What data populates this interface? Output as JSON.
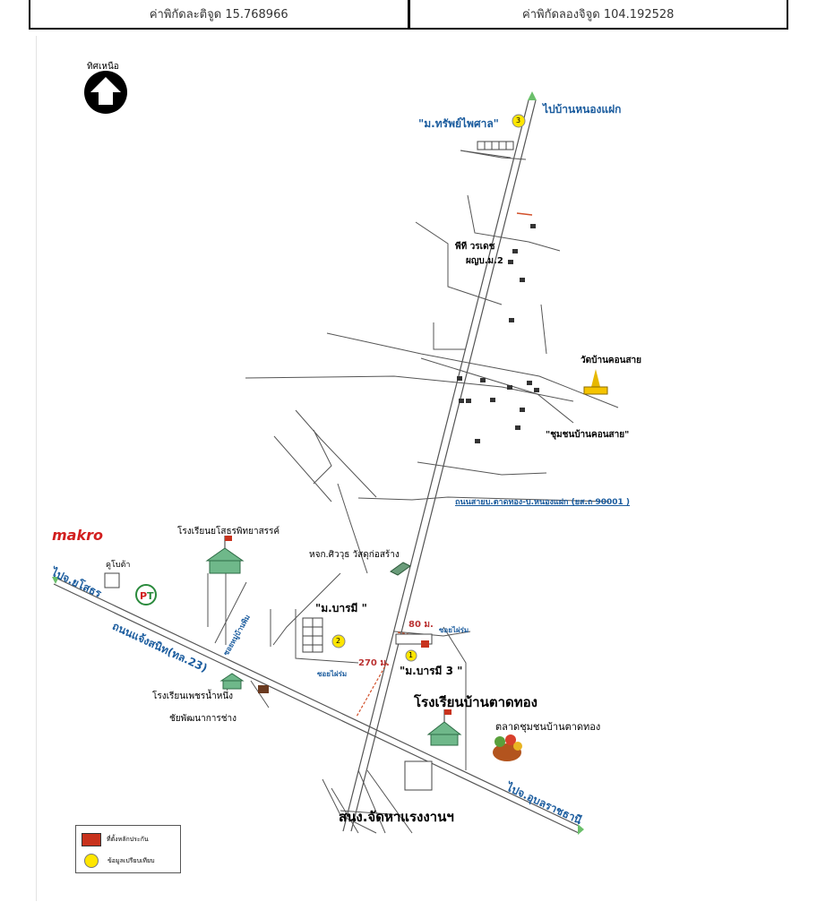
{
  "header": {
    "latitude": "ค่าพิกัดละติจูด 15.768966",
    "longitude": "ค่าพิกัดลองจิจูด 104.192528"
  },
  "north_label": "ทิศเหนือ",
  "labels": {
    "to_nong_faek": "ไปบ้านหนองแฝก",
    "m_sap_phaisan": "\"ม.ทรัพย์ไพศาล\"",
    "pt_worradet": "พีที วรเดช",
    "pt_worradet_2": "ผญบ.ม.2",
    "wat_khon_sai": "วัดบ้านคอนสาย",
    "chumchon_khon_sai": "\"ชุมชนบ้านคอนสาย\"",
    "road_tat_thong": "ถนนสายบ.ตาดทอง-บ.หนองแฝก (ยส.ถ 90001 )",
    "makro": "makro",
    "school_yasothon": "โรงเรียนยโสธรพิทยาสรรค์",
    "hjk_siwawut": "หจก.ศิววุธ วัสดุก่อสร้าง",
    "ku_bota": "คูโบต้า",
    "to_yasothon": "ไปจ.ยโสธร",
    "road_chaeng_sanit": "ถนนแจ้งสนิท(ทล.23)",
    "soi_a": "ซอยหมู่บ้านพิม",
    "m_baramee": "\"ม.บารมี \"",
    "soi_b": "ซอยไผ่ร่ม",
    "dist_270": "270 ม.",
    "dist_80": "80 ม.",
    "soi_c": "ซอยไผ่ร่ม",
    "m_baramee_3": "\"ม.บารมี 3 \"",
    "school_tat_thong": "โรงเรียนบ้านตาดทอง",
    "market_tat_thong": "ตลาดชุมชนบ้านตาดทอง",
    "school_phet": "โรงเรียนเพชรน้ำหนึ่ง",
    "chai_phatthana": "ชัยพัฒนาการช่าง",
    "office_labor": "สนง.จัดหาแรงงานฯ",
    "to_ubon": "ไปจ.อุบลราชธานี",
    "marker_1": "1",
    "marker_2": "2",
    "marker_3": "3"
  },
  "legend": {
    "item_red": "ที่ตั้งหลักประกัน",
    "item_yellow": "ข้อมูลเปรียบเทียบ"
  },
  "colors": {
    "road_label": "#1b5c9e",
    "marker": "#ffe600",
    "collateral": "#c8321d",
    "building": "#6fb88a"
  }
}
